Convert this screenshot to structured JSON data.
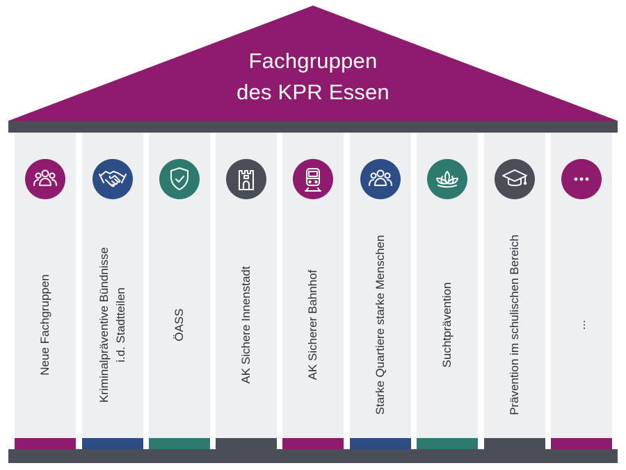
{
  "roof": {
    "title_line1": "Fachgruppen",
    "title_line2": "des KPR Essen",
    "color": "#8e1b6e"
  },
  "colors": {
    "purple": "#8e1b6e",
    "blue": "#2c4d86",
    "teal": "#2f7a6f",
    "dark": "#4a4f57",
    "pillar_bg": "#eeeff1"
  },
  "pillars": [
    {
      "label1": "Neue Fachgruppen",
      "label2": "",
      "icon": "group-icon",
      "color": "#8e1b6e"
    },
    {
      "label1": "Kriminalpräventive Bündnisse",
      "label2": "i.d. Stadtteilen",
      "icon": "handshake-icon",
      "color": "#2c4d86"
    },
    {
      "label1": "ÖASS",
      "label2": "",
      "icon": "shield-check-icon",
      "color": "#2f7a6f"
    },
    {
      "label1": "AK Sichere Innenstadt",
      "label2": "",
      "icon": "tower-icon",
      "color": "#4a4f57"
    },
    {
      "label1": "AK Sicherer Bahnhof",
      "label2": "",
      "icon": "train-icon",
      "color": "#8e1b6e"
    },
    {
      "label1": "Starke Quartiere starke Menschen",
      "label2": "",
      "icon": "group-icon",
      "color": "#2c4d86"
    },
    {
      "label1": "Suchtprävention",
      "label2": "",
      "icon": "lotus-icon",
      "color": "#2f7a6f"
    },
    {
      "label1": "Prävention im schulischen Bereich",
      "label2": "",
      "icon": "graduation-cap-icon",
      "color": "#4a4f57"
    },
    {
      "label1": "...",
      "label2": "",
      "icon": "more-icon",
      "color": "#8e1b6e"
    }
  ]
}
